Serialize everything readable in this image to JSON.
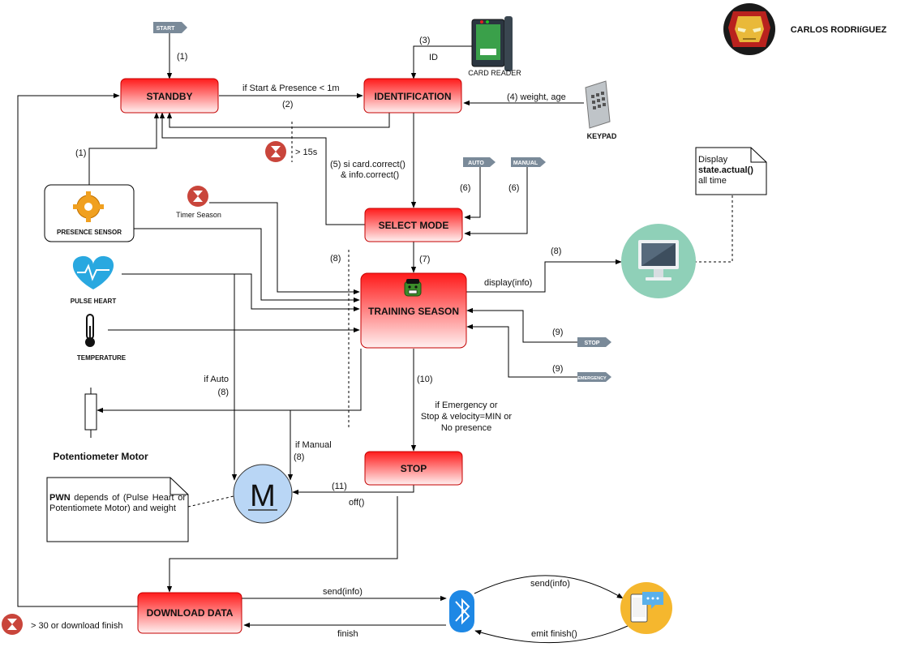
{
  "author": "CARLOS RODRIíGUEZ",
  "states": {
    "standby": "STANDBY",
    "identification": "IDENTIFICATION",
    "select_mode": "SELECT MODE",
    "training": "TRAINING SEASON",
    "stop": "STOP",
    "download": "DOWNLOAD DATA"
  },
  "tags": {
    "start": "START",
    "auto": "AUTO",
    "manual": "MANUAL",
    "stop": "STOP",
    "emergency": "EMERGENCY"
  },
  "devices": {
    "card_reader": "CARD READER",
    "keypad": "KEYPAD",
    "presence_sensor": "PRESENCE SENSOR",
    "timer_season": "Timer Season",
    "pulse_heart": "PULSE HEART",
    "temperature": "TEMPERATURE",
    "potentiometer": "Potentiometer Motor",
    "motor": "M"
  },
  "edges": {
    "e1_start": "(1)",
    "e1_presence": "(1)",
    "e2_cond": "if Start & Presence < 1m",
    "e2_num": "(2)",
    "e3_num": "(3)",
    "e3_id": "ID",
    "e4": "(4) weight, age",
    "timeout_15": "> 15s",
    "e5_line1": "(5) si card.correct()",
    "e5_line2": "& info.correct()",
    "e6_auto": "(6)",
    "e6_manual": "(6)",
    "e7": "(7)",
    "e8_display_num": "(8)",
    "e8_display": "display(info)",
    "e8_dashed": "(8)",
    "e9_stop": "(9)",
    "e9_emergency": "(9)",
    "e10": "(10)",
    "e10_line1": "if Emergency or",
    "e10_line2": "Stop & velocity=MIN or",
    "e10_line3": "No presence",
    "if_auto": "if Auto",
    "if_auto_num": "(8)",
    "if_manual": "if Manual",
    "if_manual_num": "(8)",
    "e11": "(11)",
    "off": "off()",
    "send_info": "send(info)",
    "send_info_phone": "send(info)",
    "finish": "finish",
    "emit_finish": "emit finish()",
    "timeout_30": "> 30  or download finish"
  },
  "notes": {
    "display_line1": "Display",
    "display_line2": "state.actual()",
    "display_line3": "all time",
    "pwn_bold": "PWN",
    "pwn_rest": " depends of (Pulse Heart or Potentiomete Motor) and weight"
  },
  "colors": {
    "state_top": "#ff1a1a",
    "state_bottom": "#fff0f0",
    "tag_fill": "#7a8a99",
    "motor_fill": "#b9d6f5",
    "monitor_circle": "#8fd0b8",
    "phone_circle": "#f5b72e",
    "bluetooth": "#1e88e5",
    "timer_red": "#c9453b"
  }
}
